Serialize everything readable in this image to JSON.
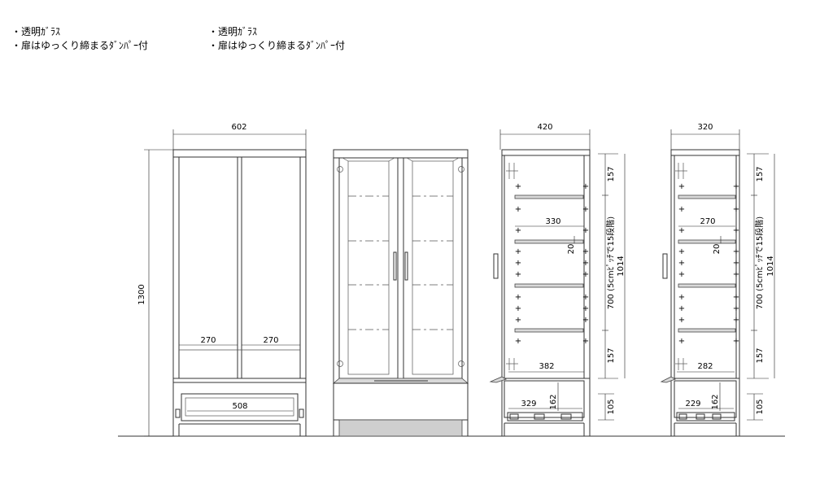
{
  "notes_left": [
    "・透明ｶﾞﾗｽ",
    "・扉はゆっくり締まるﾀﾞﾝﾊﾟｰ付"
  ],
  "notes_right": [
    "・透明ｶﾞﾗｽ",
    "・扉はゆっくり締まるﾀﾞﾝﾊﾟｰ付"
  ],
  "front_view": {
    "width": "602",
    "height": "1300",
    "door_w_left": "270",
    "door_w_right": "270",
    "drawer_w": "508"
  },
  "side_view_a": {
    "width": "420",
    "shelf_w": "330",
    "shelf_t": "20",
    "inner_w": "382",
    "drawer_w": "329",
    "drawer_h": "162",
    "top_gap": "157",
    "pitch_text": "700 (5cmﾋﾟｯﾁで15段階)",
    "bottom_gap": "157",
    "drawer_zone": "105",
    "inner_h": "1014"
  },
  "side_view_b": {
    "width": "320",
    "shelf_w": "270",
    "shelf_t": "20",
    "inner_w": "282",
    "drawer_w": "229",
    "drawer_h": "162",
    "top_gap": "157",
    "pitch_text": "700 (5cmﾋﾟｯﾁで15段階)",
    "bottom_gap": "157",
    "drawer_zone": "105",
    "inner_h": "1014"
  }
}
